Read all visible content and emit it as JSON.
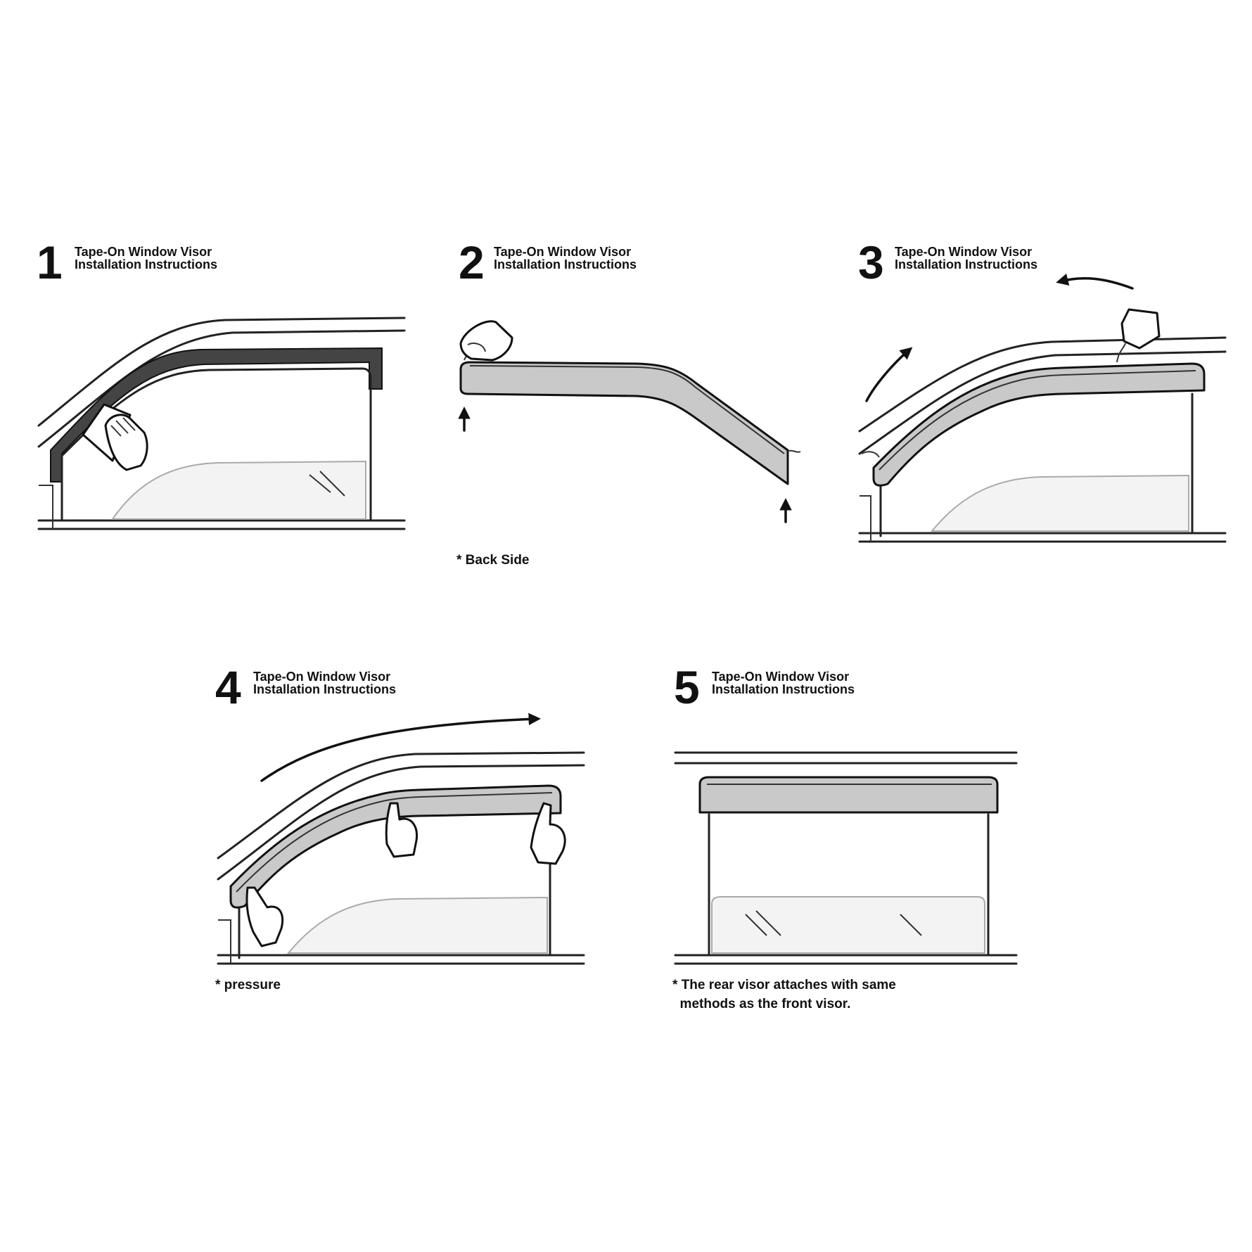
{
  "steps": [
    {
      "number": "1",
      "title_line1": "Tape-On Window Visor",
      "title_line2": "Installation Instructions",
      "note": ""
    },
    {
      "number": "2",
      "title_line1": "Tape-On Window Visor",
      "title_line2": "Installation Instructions",
      "note": "* Back Side"
    },
    {
      "number": "3",
      "title_line1": "Tape-On Window Visor",
      "title_line2": "Installation Instructions",
      "note": ""
    },
    {
      "number": "4",
      "title_line1": "Tape-On Window Visor",
      "title_line2": "Installation Instructions",
      "note": "* pressure"
    },
    {
      "number": "5",
      "title_line1": "Tape-On Window Visor",
      "title_line2": "Installation Instructions",
      "note": "* The rear visor attaches with same\n  methods as the front visor."
    }
  ]
}
